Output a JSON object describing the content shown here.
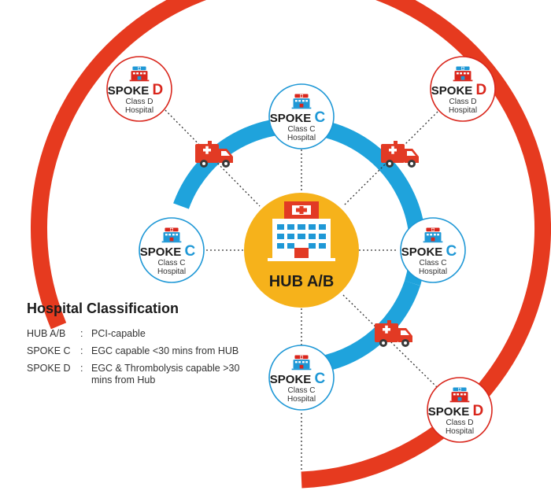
{
  "colors": {
    "outer_ring": "#e63a1f",
    "inner_ring": "#1fa3dc",
    "hub_fill": "#f6b21b",
    "spoke_d_accent": "#d9261c",
    "spoke_c_accent": "#1f98d6",
    "connector": "#333333"
  },
  "hub": {
    "label": "HUB  A/B",
    "icon": "hospital-building-icon"
  },
  "spokes": [
    {
      "id": "d-top-left",
      "word": "SPOKE",
      "letter": "D",
      "sub1": "Class D",
      "sub2": "Hospital"
    },
    {
      "id": "d-top-right",
      "word": "SPOKE",
      "letter": "D",
      "sub1": "Class D",
      "sub2": "Hospital"
    },
    {
      "id": "d-bottom-right",
      "word": "SPOKE",
      "letter": "D",
      "sub1": "Class D",
      "sub2": "Hospital"
    },
    {
      "id": "c-top",
      "word": "SPOKE",
      "letter": "C",
      "sub1": "Class C",
      "sub2": "Hospital"
    },
    {
      "id": "c-left",
      "word": "SPOKE",
      "letter": "C",
      "sub1": "Class C",
      "sub2": "Hospital"
    },
    {
      "id": "c-right",
      "word": "SPOKE",
      "letter": "C",
      "sub1": "Class C",
      "sub2": "Hospital"
    },
    {
      "id": "c-bottom",
      "word": "SPOKE",
      "letter": "C",
      "sub1": "Class C",
      "sub2": "Hospital"
    }
  ],
  "icons": {
    "spoke": "hospital-icon",
    "transport": "ambulance-icon"
  },
  "legend": {
    "title": "Hospital Classification",
    "rows": [
      {
        "key": "HUB A/B",
        "colon": ":",
        "desc": "PCI-capable"
      },
      {
        "key": "SPOKE C",
        "colon": ":",
        "desc": "EGC capable <30 mins from HUB"
      },
      {
        "key": "SPOKE D",
        "colon": ":",
        "desc": "EGC & Thrombolysis capable >30 mins from Hub"
      }
    ]
  }
}
